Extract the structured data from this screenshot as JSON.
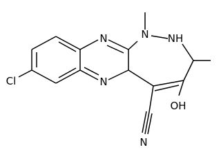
{
  "molecule": {
    "atoms": {
      "cl": "Cl",
      "n_top": "N",
      "n_bottom": "N",
      "n_methyl": "N",
      "nh": "NH",
      "oh": "OH",
      "nitrile_n": "N"
    }
  }
}
